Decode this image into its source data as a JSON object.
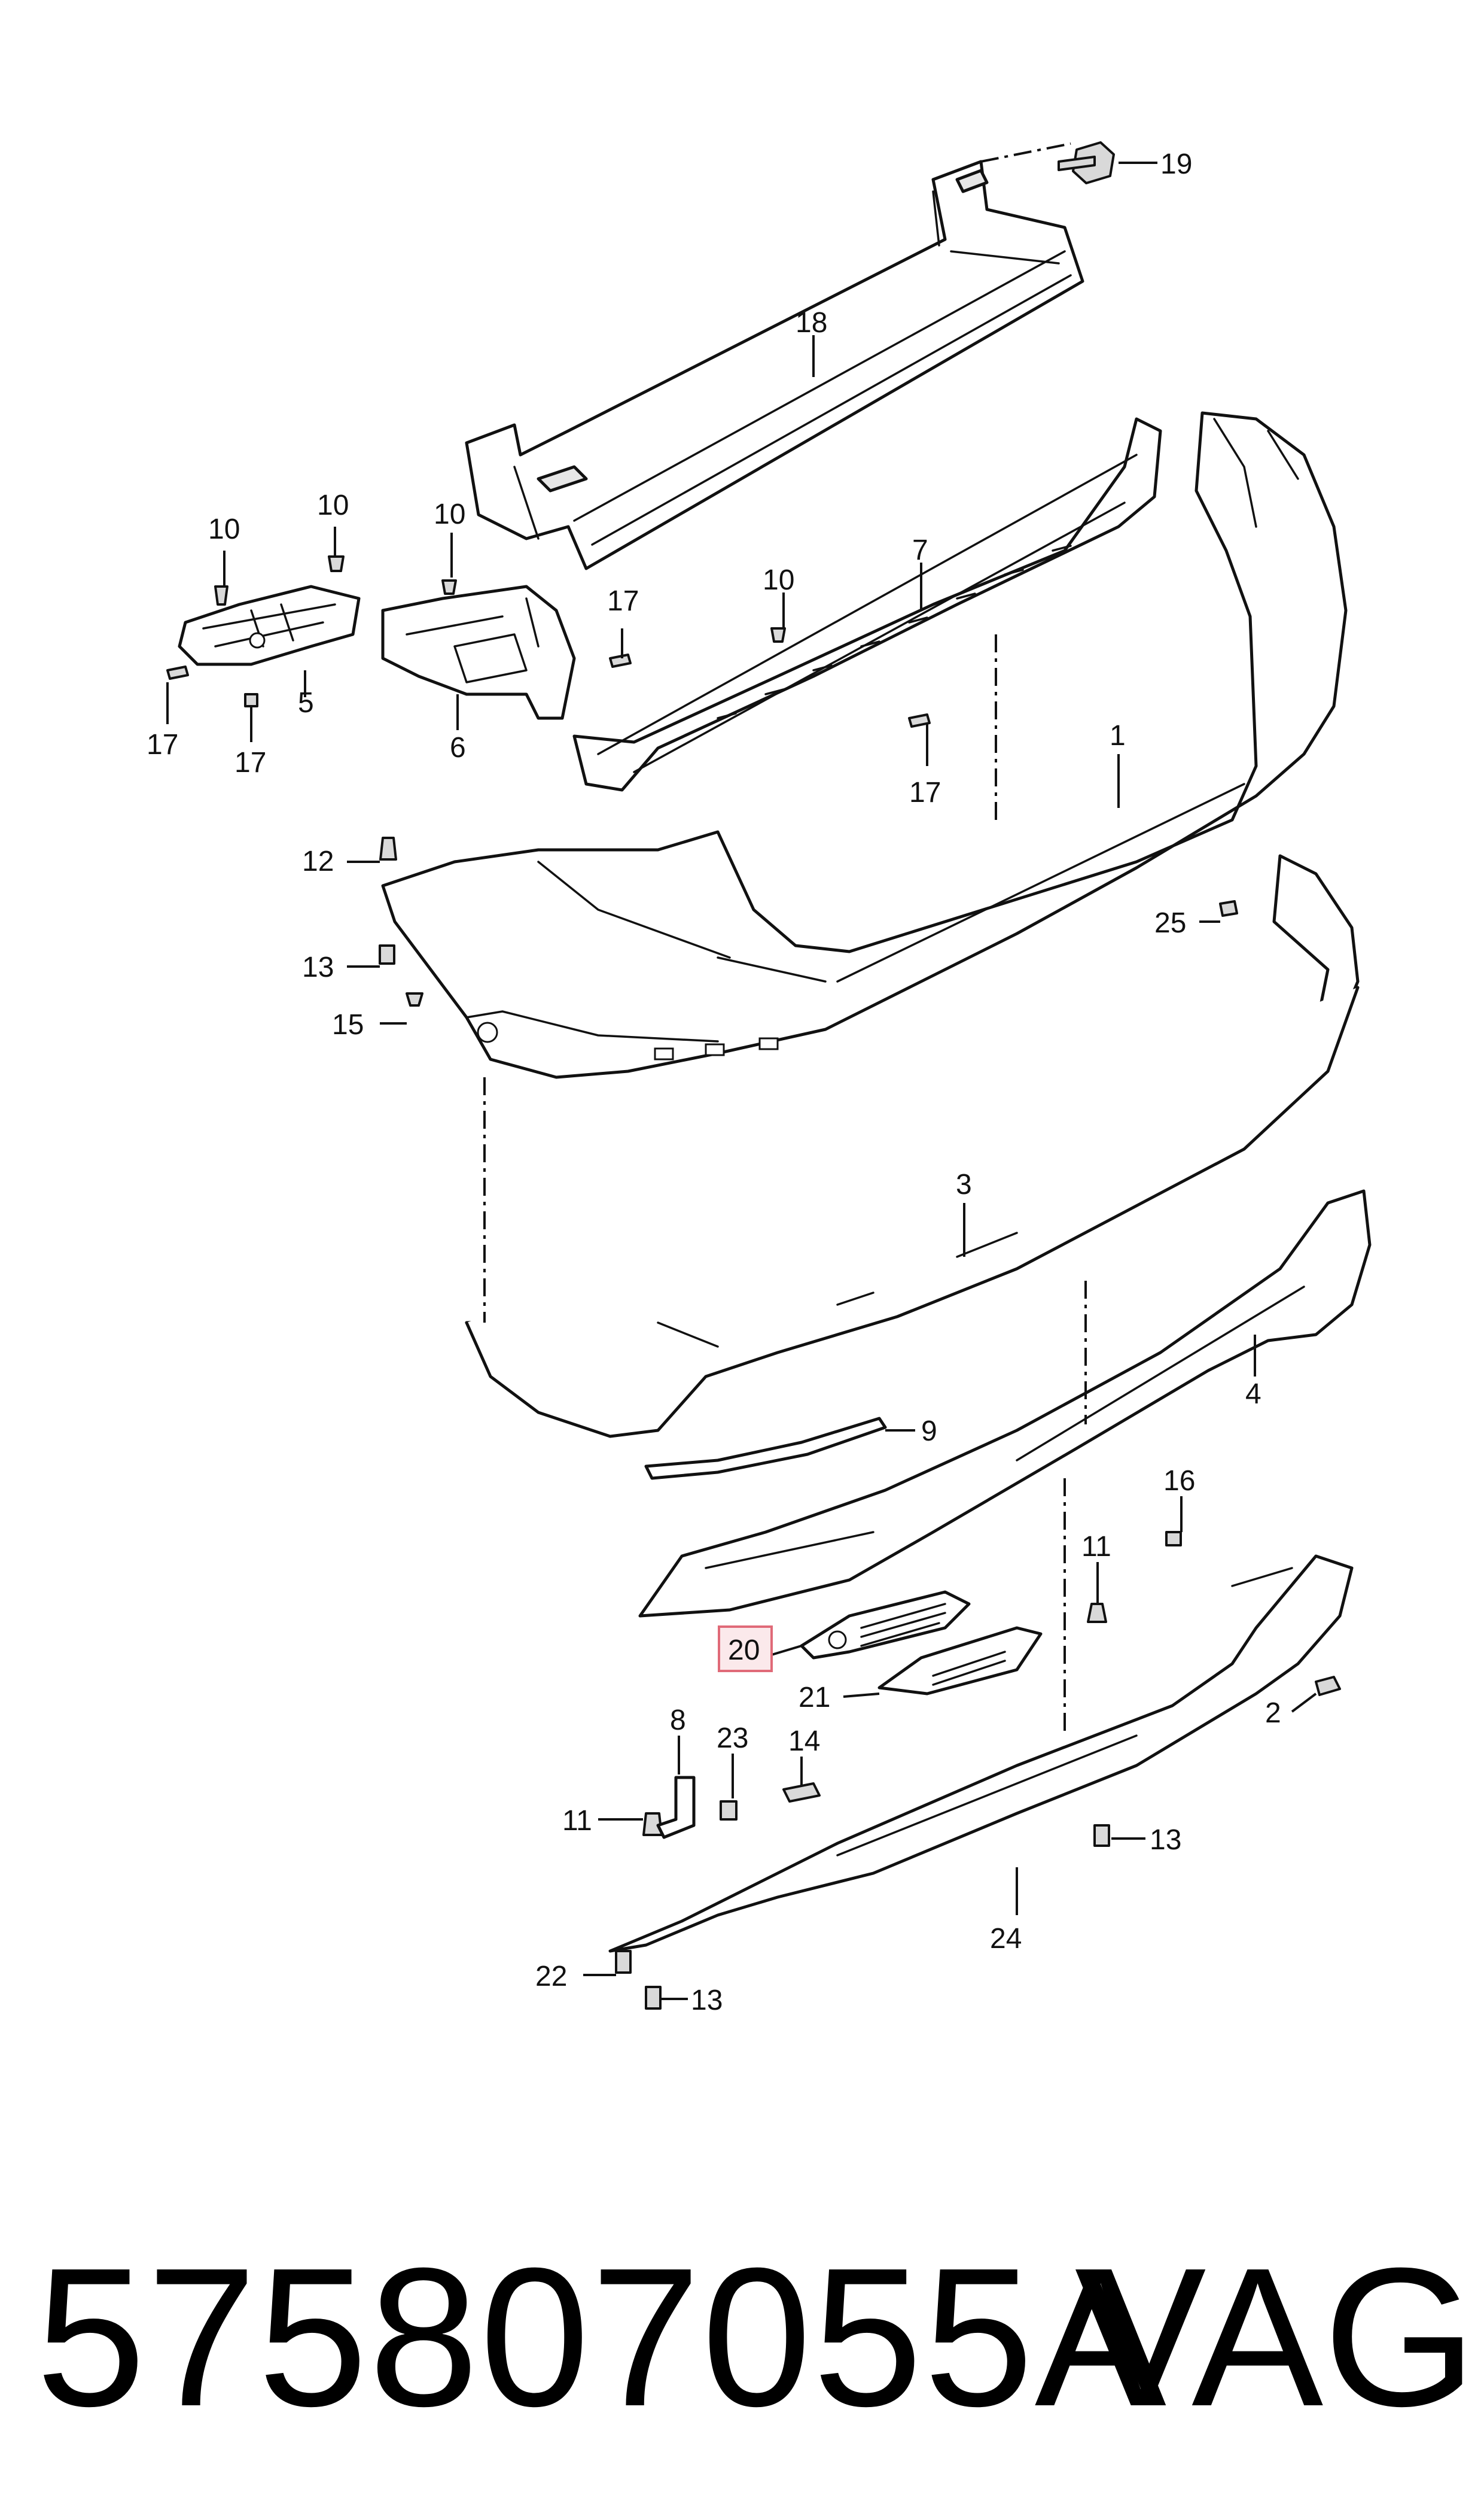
{
  "diagram": {
    "callouts": {
      "c1": "1",
      "c2": "2",
      "c3": "3",
      "c4": "4",
      "c5": "5",
      "c6": "6",
      "c7": "7",
      "c8": "8",
      "c9": "9",
      "c10a": "10",
      "c10b": "10",
      "c10c": "10",
      "c10d": "10",
      "c11a": "11",
      "c11b": "11",
      "c12": "12",
      "c13a": "13",
      "c13b": "13",
      "c13c": "13",
      "c14": "14",
      "c15": "15",
      "c16": "16",
      "c17a": "17",
      "c17b": "17",
      "c17c": "17",
      "c17d": "17",
      "c18": "18",
      "c19": "19",
      "c20": "20",
      "c21": "21",
      "c22": "22",
      "c23": "23",
      "c24": "24",
      "c25": "25"
    },
    "highlighted_callout": "20",
    "highlight_color": "#e06a78"
  },
  "footer": {
    "part_number": "575807055A",
    "brand": "VAG"
  }
}
